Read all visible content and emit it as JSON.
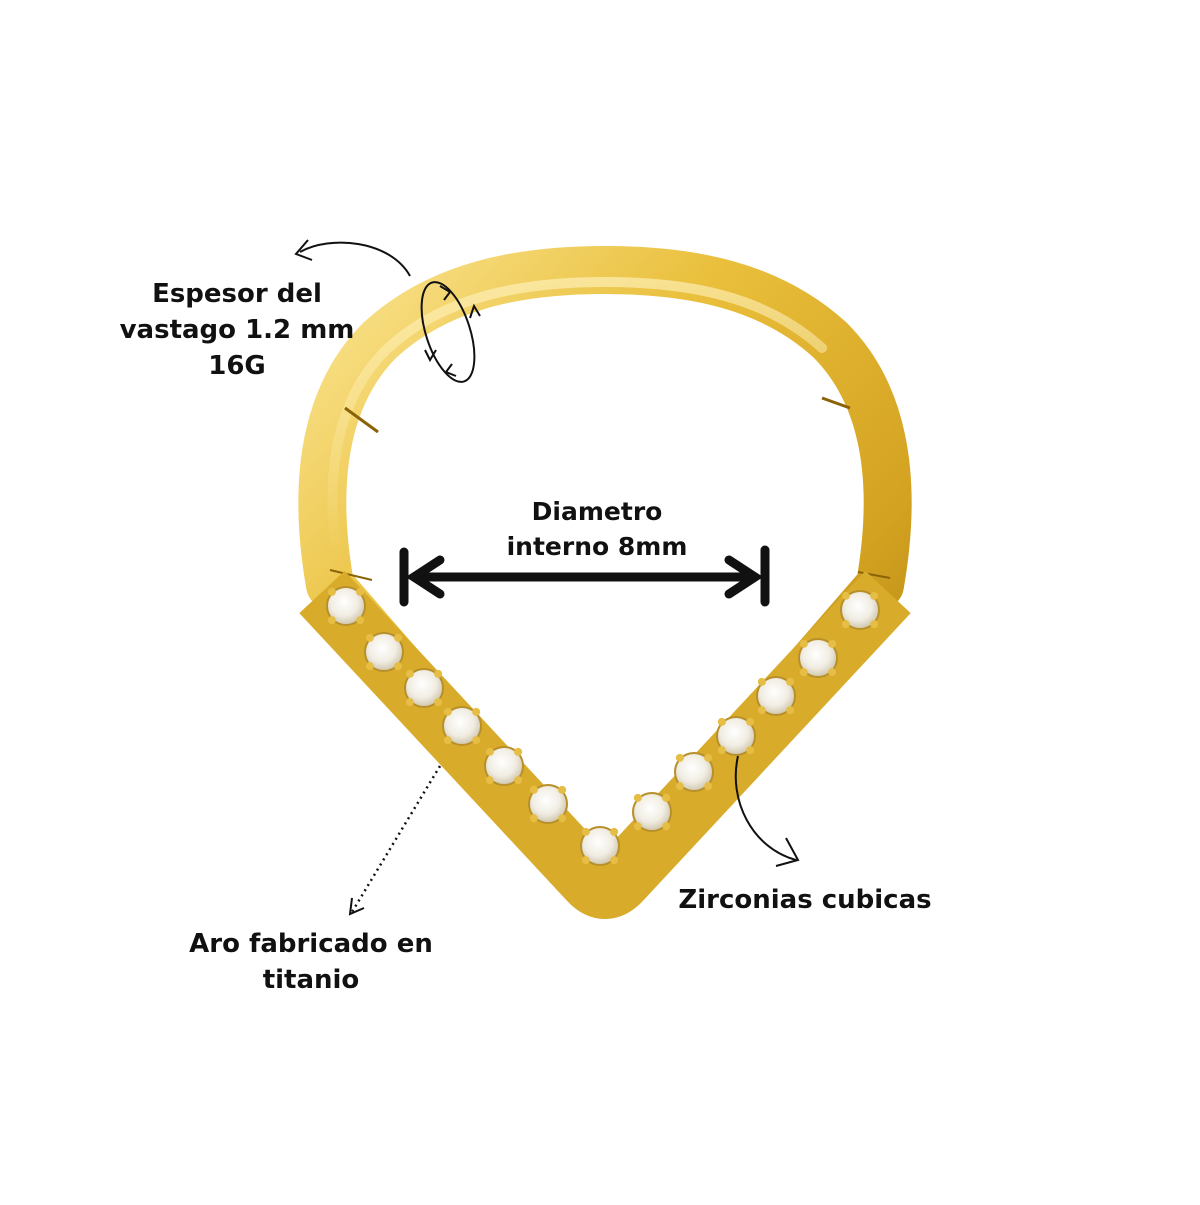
{
  "annotations": {
    "thickness": {
      "lines": [
        "Espesor del",
        "vastago 1.2 mm",
        "16G"
      ]
    },
    "diameter": {
      "lines": [
        "Diametro",
        "interno 8mm"
      ]
    },
    "material": {
      "lines": [
        "Aro fabricado en",
        "titanio"
      ]
    },
    "stones": {
      "lines": [
        "Zirconias cubicas"
      ]
    }
  },
  "colors": {
    "gold_light": "#f8de7a",
    "gold_mid": "#e2b52e",
    "gold_dark": "#a67a10",
    "stone": "#f4f1ea",
    "ink": "#111111"
  }
}
